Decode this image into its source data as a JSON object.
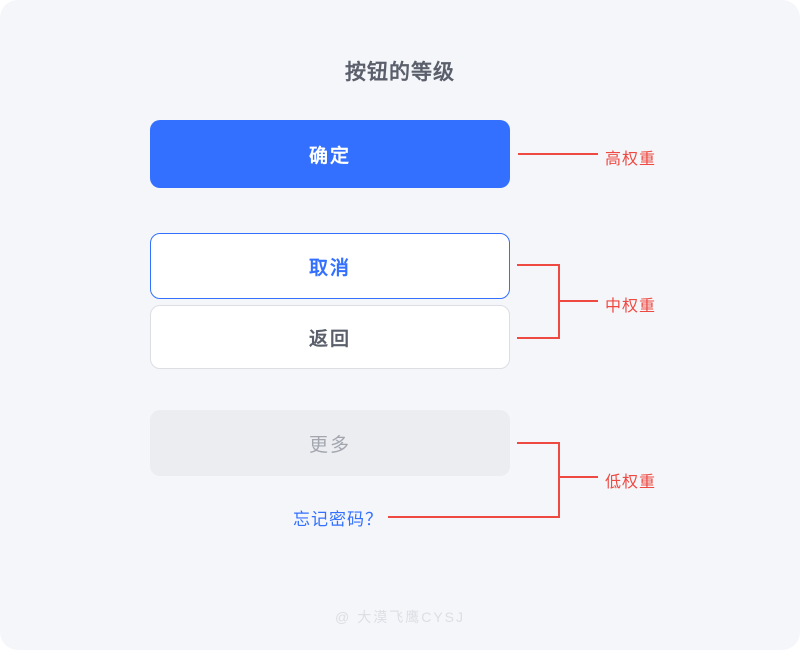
{
  "page": {
    "title": "按钮的等级",
    "background_color": "#f5f6fa"
  },
  "buttons": [
    {
      "label": "确定",
      "style": "primary",
      "fill": "#3370ff",
      "text_color": "#ffffff",
      "weight_group": "高权重"
    },
    {
      "label": "取消",
      "style": "outline-primary",
      "fill": "#ffffff",
      "border_color": "#3370ff",
      "text_color": "#3370ff",
      "weight_group": "中权重"
    },
    {
      "label": "返回",
      "style": "outline-default",
      "fill": "#ffffff",
      "border_color": "#dcdee3",
      "text_color": "#5a5f6b",
      "weight_group": "中权重"
    },
    {
      "label": "更多",
      "style": "disabled",
      "fill": "#ebedf1",
      "text_color": "#a3a6af",
      "weight_group": "低权重"
    }
  ],
  "text_link": {
    "label": "忘记密码？",
    "color": "#3370ff",
    "weight_group": "低权重"
  },
  "annotations": [
    {
      "label": "高权重",
      "color": "#ee4a42",
      "targets": [
        "确定"
      ]
    },
    {
      "label": "中权重",
      "color": "#ee4a42",
      "targets": [
        "取消",
        "返回"
      ]
    },
    {
      "label": "低权重",
      "color": "#ee4a42",
      "targets": [
        "更多",
        "忘记密码？"
      ]
    }
  ],
  "watermark": {
    "at_symbol": "@",
    "text": "大漠飞鹰CYSJ",
    "color": "#dcdee4"
  }
}
